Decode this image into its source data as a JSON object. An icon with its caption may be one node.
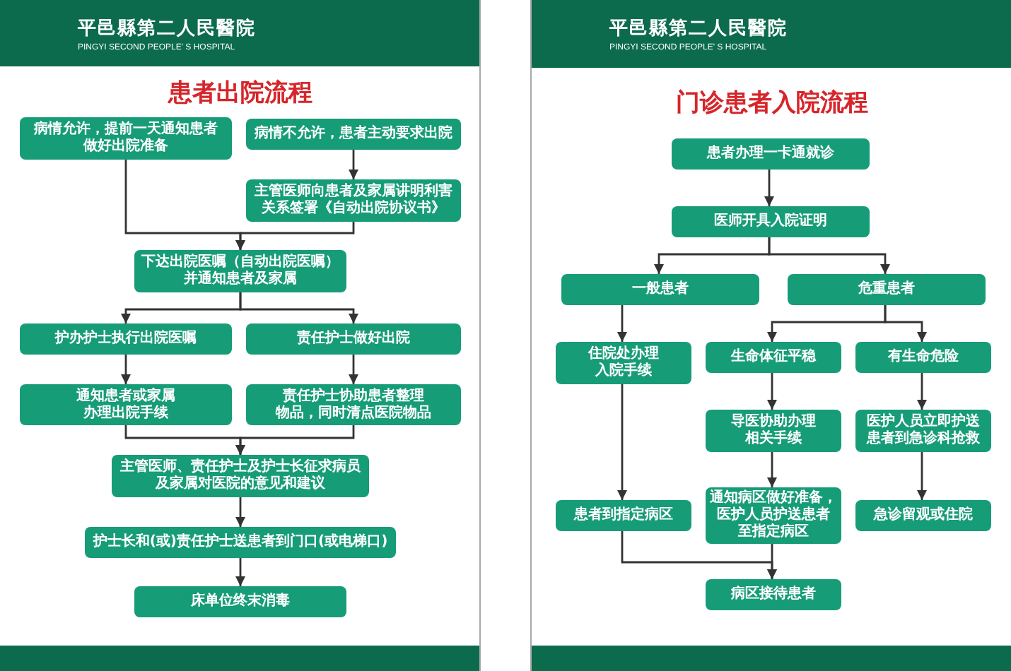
{
  "diagram": {
    "nodes": [
      {
        "text": [
          "患者出院流程"
        ]
      },
      {
        "text": [
          "平邑縣第二人民醫院",
          "PINGYI SECOND PEOPLE' S HOSPITAL"
        ],
        "in": 0
      },
      {
        "text": [
          "病情允许，提前一天通知患者做好出院准备"
        ],
        "in": 0
      },
      {
        "text": [
          "病情不允许，患者主动要求出院"
        ],
        "in": 0
      },
      {
        "text": [
          "主管医师向患者及家属讲明利害关系签署《自动出院协议书》"
        ],
        "in": 0
      },
      {
        "text": [
          "下达出院医嘱（自动出院医嘱）并通知患者及家属"
        ],
        "in": 0
      },
      {
        "text": [
          "护办护士执行出院医嘱"
        ],
        "in": 0
      },
      {
        "text": [
          "责任护士做好出院"
        ],
        "in": 0
      },
      {
        "text": [
          "通知患者或家属办理出院手续"
        ],
        "in": 0
      },
      {
        "text": [
          "责任护士协助患者整理物品，同时清点医院物品"
        ],
        "in": 0
      },
      {
        "text": [
          "主管医师、责任护士及护士长征求病员及家属对医院的意见和建议"
        ],
        "in": 0
      },
      {
        "text": [
          "护士长和(或)责任护士送患者到门口(或电梯口)"
        ],
        "in": 0
      },
      {
        "text": [
          "床单位终末消毒"
        ],
        "in": 0
      },
      {
        "text": [
          "门诊患者入院流程"
        ]
      },
      {
        "text": [
          "平邑縣第二人民醫院",
          "PINGYI SECOND PEOPLE' S HOSPITAL"
        ],
        "in": 13
      },
      {
        "text": [
          "患者办理一卡通就诊"
        ],
        "in": 13
      },
      {
        "text": [
          "医师开具入院证明"
        ],
        "in": 13
      },
      {
        "text": [
          "一般患者"
        ],
        "in": 13
      },
      {
        "text": [
          "危重患者"
        ],
        "in": 13
      },
      {
        "text": [
          "住院处办理入院手续"
        ],
        "in": 13
      },
      {
        "text": [
          "生命体征平稳"
        ],
        "in": 13
      },
      {
        "text": [
          "有生命危险"
        ],
        "in": 13
      },
      {
        "text": [
          "导医协助办理相关手续"
        ],
        "in": 13
      },
      {
        "text": [
          "医护人员立即护送患者到急诊科抢救"
        ],
        "in": 13
      },
      {
        "text": [
          "患者到指定病区"
        ],
        "in": 13
      },
      {
        "text": [
          "通知病区做好准备，医护人员护送患者至指定病区"
        ],
        "in": 13
      },
      {
        "text": [
          "急诊留观或住院"
        ],
        "in": 13
      },
      {
        "text": [
          "病区接待患者"
        ],
        "in": 13
      }
    ],
    "edges": [
      {
        "from": 2,
        "to": 5,
        "arrow": "to"
      },
      {
        "from": 3,
        "to": 4,
        "arrow": "to"
      },
      {
        "from": 4,
        "to": 5,
        "arrow": "to"
      },
      {
        "from": 5,
        "to": 6,
        "arrow": "to"
      },
      {
        "from": 5,
        "to": 7,
        "arrow": "to"
      },
      {
        "from": 6,
        "to": 8,
        "arrow": "to"
      },
      {
        "from": 7,
        "to": 9,
        "arrow": "to"
      },
      {
        "from": 8,
        "to": 10,
        "arrow": "to"
      },
      {
        "from": 9,
        "to": 10,
        "arrow": "to"
      },
      {
        "from": 10,
        "to": 11,
        "arrow": "to"
      },
      {
        "from": 11,
        "to": 12,
        "arrow": "to"
      },
      {
        "from": 15,
        "to": 16,
        "arrow": "to"
      },
      {
        "from": 16,
        "to": 17,
        "arrow": "to"
      },
      {
        "from": 16,
        "to": 18,
        "arrow": "to"
      },
      {
        "from": 17,
        "to": 19,
        "arrow": "to"
      },
      {
        "from": 18,
        "to": 20,
        "arrow": "to"
      },
      {
        "from": 18,
        "to": 21,
        "arrow": "to"
      },
      {
        "from": 19,
        "to": 24,
        "arrow": "to"
      },
      {
        "from": 20,
        "to": 22,
        "arrow": "to"
      },
      {
        "from": 21,
        "to": 23,
        "arrow": "to"
      },
      {
        "from": 22,
        "to": 25,
        "arrow": "to"
      },
      {
        "from": 23,
        "to": 26,
        "arrow": "to"
      },
      {
        "from": 24,
        "to": 27,
        "arrow": "to"
      },
      {
        "from": 25,
        "to": 27,
        "arrow": "to"
      }
    ]
  }
}
